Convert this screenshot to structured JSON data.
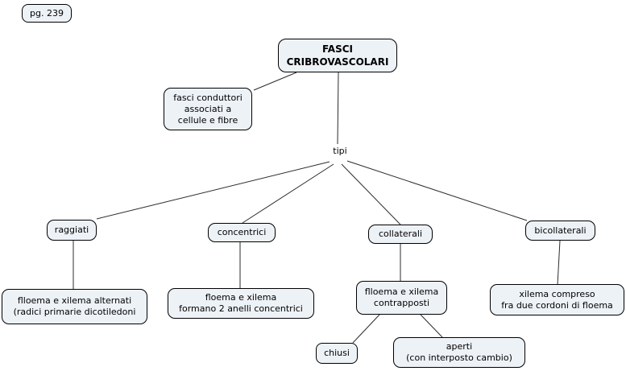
{
  "page_ref": "pg. 239",
  "nodes": {
    "root": "FASCI\nCRIBROVASCOLARI",
    "definition": "fasci conduttori\nassociati a\ncellule e fibre",
    "linking_phrase": "tipi",
    "raggiati": "raggiati",
    "raggiati_detail": "flloema e xilema alternati\n(radici primarie dicotiledoni",
    "concentrici": "concentrici",
    "concentrici_detail": "floema e xilema\nformano 2 anelli concentrici",
    "collaterali": "collaterali",
    "collaterali_detail": "flloema e xilema\ncontrapposti",
    "chiusi": "chiusi",
    "aperti": "aperti\n(con interposto cambio)",
    "bicollaterali": "bicollaterali",
    "bicollaterali_detail": "xilema compreso\nfra due cordoni di floema"
  },
  "edges": [
    {
      "from": "FASCI CRIBROVASCOLARI",
      "to": "fasci conduttori associati a cellule e fibre"
    },
    {
      "from": "FASCI CRIBROVASCOLARI",
      "to": "tipi"
    },
    {
      "from": "tipi",
      "to": "raggiati"
    },
    {
      "from": "tipi",
      "to": "concentrici"
    },
    {
      "from": "tipi",
      "to": "collaterali"
    },
    {
      "from": "tipi",
      "to": "bicollaterali"
    },
    {
      "from": "raggiati",
      "to": "flloema e xilema alternati (radici primarie dicotiledoni"
    },
    {
      "from": "concentrici",
      "to": "floema e xilema formano 2 anelli concentrici"
    },
    {
      "from": "collaterali",
      "to": "flloema e xilema contrapposti"
    },
    {
      "from": "bicollaterali",
      "to": "xilema compreso fra due cordoni di floema"
    },
    {
      "from": "flloema e xilema contrapposti",
      "to": "chiusi"
    },
    {
      "from": "flloema e xilema contrapposti",
      "to": "aperti (con interposto cambio)"
    }
  ],
  "colors": {
    "node_fill": "#edf2f7",
    "node_border": "#000000",
    "connector": "#2b2b2b",
    "background": "#ffffff"
  }
}
